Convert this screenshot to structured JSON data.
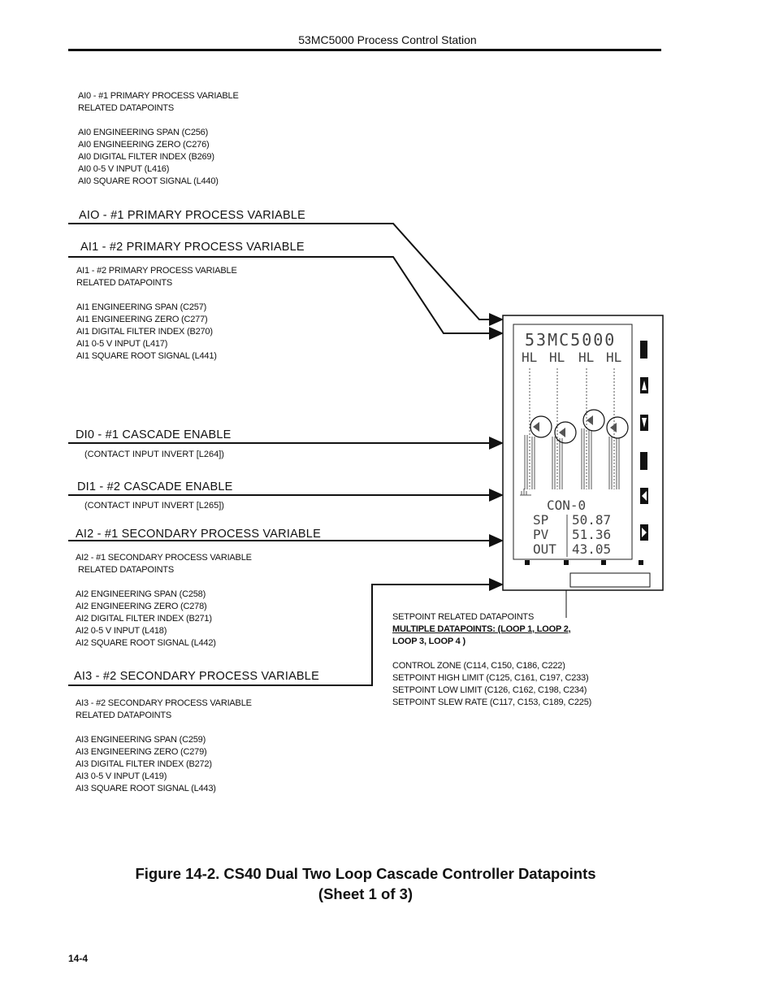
{
  "header": {
    "title": "53MC5000 Process Control Station"
  },
  "ai0_related": {
    "heading": [
      "AI0 - #1 PRIMARY PROCESS VARIABLE",
      "RELATED DATAPOINTS"
    ],
    "items": [
      "AI0 ENGINEERING SPAN (C256)",
      "AI0 ENGINEERING ZERO (C276)",
      "AI0 DIGITAL FILTER INDEX (B269)",
      "AI0 0-5 V INPUT (L416)",
      "AI0 SQUARE ROOT SIGNAL (L440)"
    ]
  },
  "signals": {
    "aio": "AIO - #1 PRIMARY PROCESS VARIABLE",
    "ai1": "AI1 - #2 PRIMARY PROCESS VARIABLE",
    "di0": "DI0 -  #1 CASCADE ENABLE",
    "di0_sub": "(CONTACT INPUT INVERT [L264])",
    "di1": "DI1 - #2 CASCADE ENABLE",
    "di1_sub": "(CONTACT INPUT INVERT [L265])",
    "ai2": "AI2 - #1 SECONDARY PROCESS VARIABLE",
    "ai3": "AI3 - #2 SECONDARY PROCESS VARIABLE"
  },
  "ai1_related": {
    "heading": [
      "AI1 - #2 PRIMARY PROCESS VARIABLE",
      "RELATED DATAPOINTS"
    ],
    "items": [
      "AI1 ENGINEERING SPAN (C257)",
      "AI1 ENGINEERING ZERO (C277)",
      "AI1 DIGITAL FILTER INDEX (B270)",
      "AI1 0-5 V INPUT (L417)",
      "AI1 SQUARE ROOT SIGNAL (L441)"
    ]
  },
  "ai2_related": {
    "heading": [
      "AI2 - #1 SECONDARY PROCESS VARIABLE",
      "RELATED DATAPOINTS"
    ],
    "items": [
      "AI2 ENGINEERING SPAN (C258)",
      "AI2 ENGINEERING ZERO (C278)",
      "AI2 DIGITAL FILTER INDEX (B271)",
      "AI2 0-5 V INPUT (L418)",
      "AI2 SQUARE ROOT SIGNAL (L442)"
    ]
  },
  "ai3_related": {
    "heading": [
      "AI3 - #2 SECONDARY PROCESS VARIABLE",
      "RELATED DATAPOINTS"
    ],
    "items": [
      "AI3 ENGINEERING SPAN (C259)",
      "AI3 ENGINEERING ZERO (C279)",
      "AI3 DIGITAL FILTER INDEX (B272)",
      "AI3 0-5 V INPUT (L419)",
      "AI3 SQUARE ROOT SIGNAL (L443)"
    ]
  },
  "setpoint": {
    "line1": "SETPOINT RELATED DATAPOINTS",
    "line2": "MULTIPLE DATAPOINTS:  (LOOP 1, LOOP 2,",
    "line3": "LOOP 3, LOOP 4 )",
    "items": [
      "CONTROL ZONE (C114, C150, C186, C222)",
      "SETPOINT HIGH LIMIT (C125, C161, C197, C233)",
      "SETPOINT LOW LIMIT (C126, C162, C198, C234)",
      "SETPOINT SLEW RATE (C117, C153, C189, C225)"
    ]
  },
  "display": {
    "model": "53MC5000",
    "hl_labels": [
      "HL",
      "HL",
      "HL",
      "HL"
    ],
    "con_label": "CON-0",
    "sp_label": "SP",
    "sp_value": "50.87",
    "pv_label": "PV",
    "pv_value": "51.36",
    "out_label": "OUT",
    "out_value": "43.05"
  },
  "caption": {
    "line1": "Figure 14-2.  CS40 Dual Two Loop Cascade Controller Datapoints",
    "line2": "(Sheet 1 of 3)"
  },
  "page_number": "14-4"
}
